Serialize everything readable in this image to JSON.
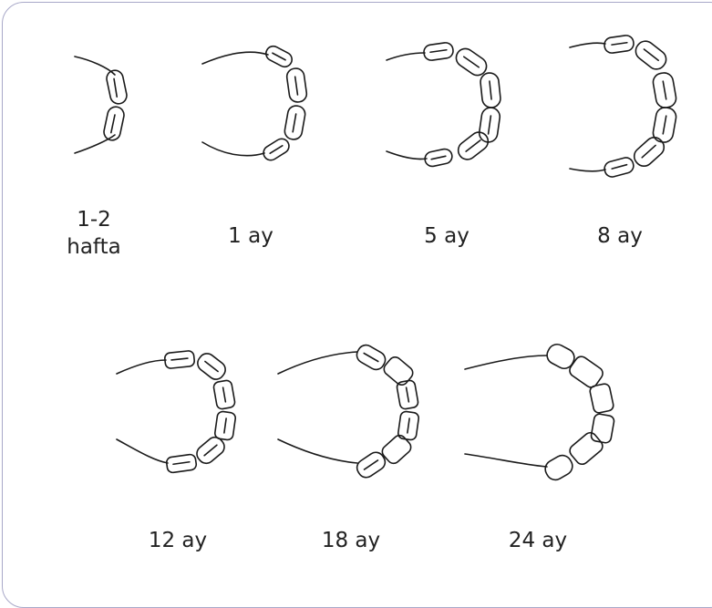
{
  "stages": [
    {
      "label": "1-2\nhafta",
      "molars": []
    },
    {
      "label": "1 ay",
      "molars": []
    },
    {
      "label": "5 ay",
      "molars": []
    },
    {
      "label": "8 ay",
      "molars": []
    },
    {
      "label": "12 ay",
      "molars": []
    },
    {
      "label": "18 ay",
      "molars": []
    },
    {
      "label": "24 ay",
      "molars": []
    }
  ]
}
